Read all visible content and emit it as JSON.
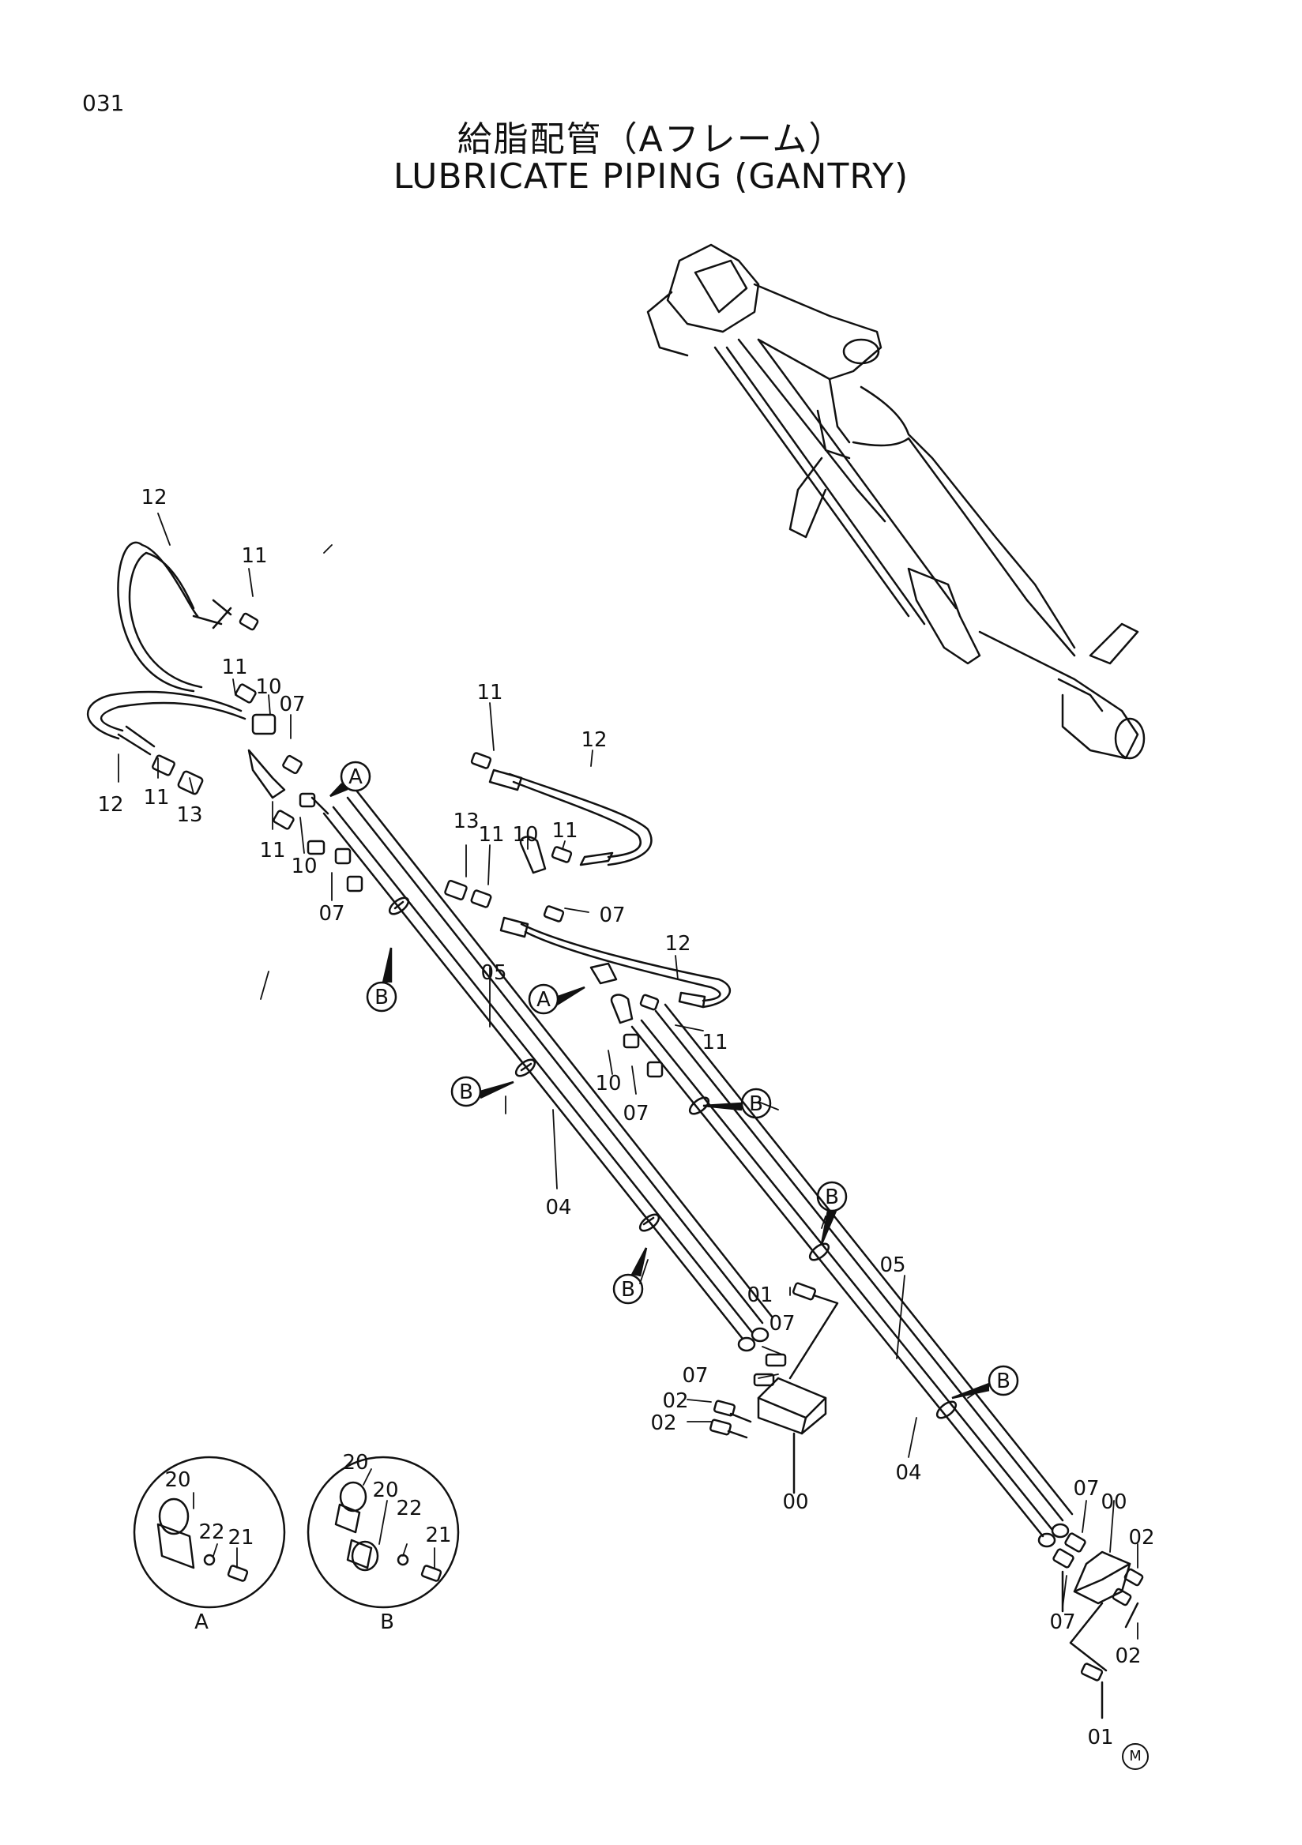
{
  "header": {
    "page_number": "031",
    "title_jp": "給脂配管（Aフレーム）",
    "title_en": "LUBRICATE PIPING (GANTRY)"
  },
  "detail_views": [
    {
      "id": "A",
      "label": "A",
      "parts": [
        "20",
        "22",
        "21"
      ]
    },
    {
      "id": "B",
      "label": "B",
      "parts": [
        "20",
        "20",
        "22",
        "21"
      ]
    }
  ],
  "callouts": {
    "a": "A",
    "b": "B"
  },
  "footer_mark": "M",
  "part_labels": {
    "p00": "00",
    "p01": "01",
    "p02": "02",
    "p04": "04",
    "p05": "05",
    "p07": "07",
    "p10": "10",
    "p11": "11",
    "p12": "12",
    "p13": "13"
  }
}
